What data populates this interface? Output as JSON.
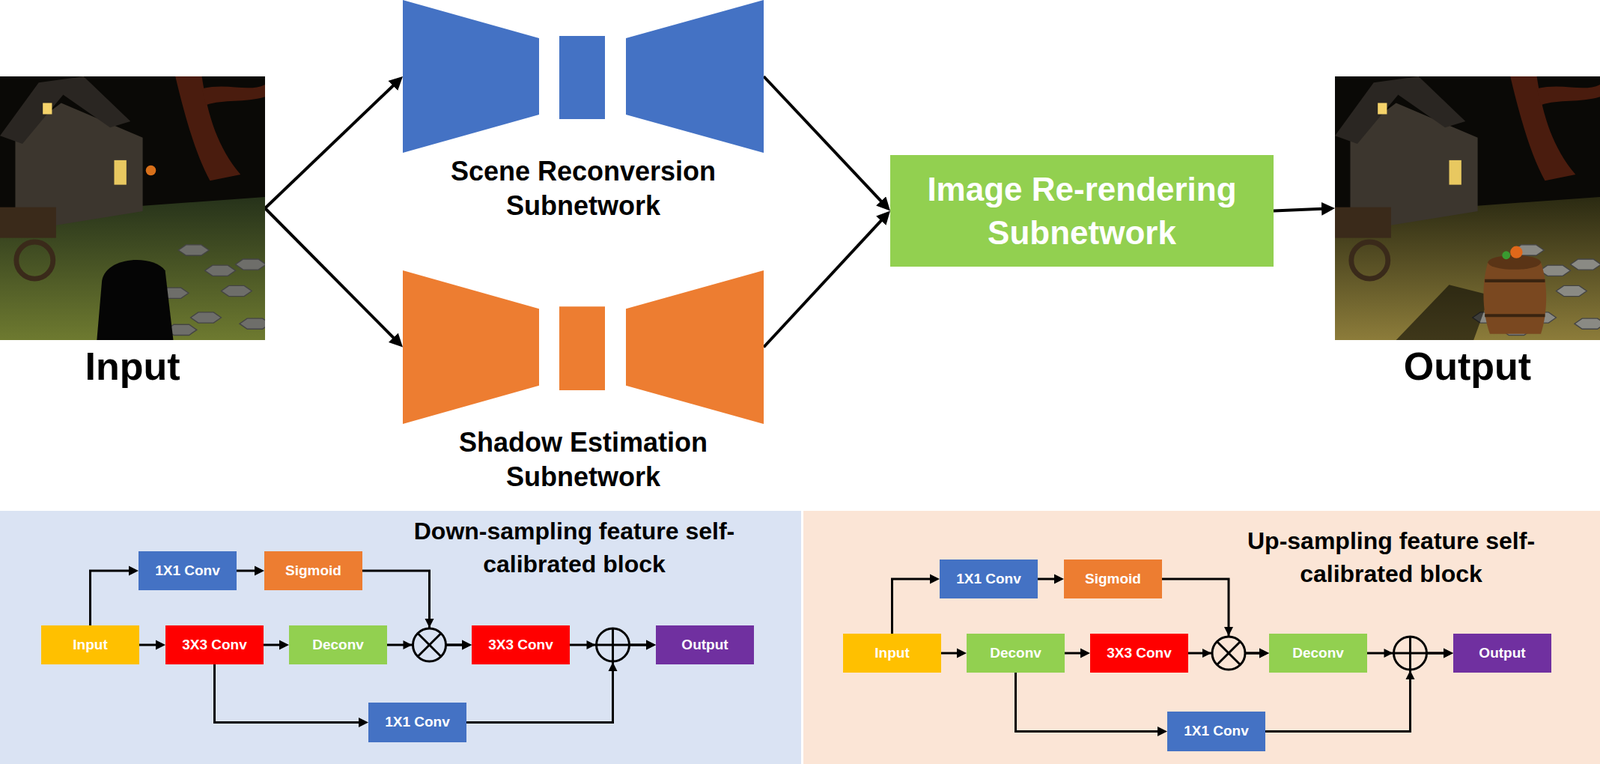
{
  "diagram": {
    "nodes": [
      {
        "text": [
          "Input"
        ]
      },
      {
        "text": [
          "Scene Reconversion Subnetwork"
        ]
      },
      {
        "text": [
          "Shadow Estimation Subnetwork"
        ]
      },
      {
        "text": [
          "Image Re-rendering Subnetwork"
        ]
      },
      {
        "text": [
          "Output"
        ]
      },
      {
        "text": [
          "Down-sampling feature self-calibrated block"
        ]
      },
      {
        "text": [
          "1X1 Conv"
        ],
        "in": 5
      },
      {
        "text": [
          "Sigmoid"
        ],
        "in": 5
      },
      {
        "text": [
          "Input"
        ],
        "in": 5
      },
      {
        "text": [
          "3X3 Conv"
        ],
        "in": 5
      },
      {
        "text": [
          "Deconv"
        ],
        "in": 5
      },
      {
        "text": [
          "3X3 Conv"
        ],
        "in": 5
      },
      {
        "text": [
          "Output"
        ],
        "in": 5
      },
      {
        "text": [
          "1X1 Conv"
        ],
        "in": 5
      },
      {
        "text": [
          "Up-sampling feature self-calibrated block"
        ]
      },
      {
        "text": [
          "1X1 Conv"
        ],
        "in": 14
      },
      {
        "text": [
          "Sigmoid"
        ],
        "in": 14
      },
      {
        "text": [
          "Input"
        ],
        "in": 14
      },
      {
        "text": [
          "Deconv"
        ],
        "in": 14
      },
      {
        "text": [
          "3X3 Conv"
        ],
        "in": 14
      },
      {
        "text": [
          "Deconv"
        ],
        "in": 14
      },
      {
        "text": [
          "Output"
        ],
        "in": 14
      },
      {
        "text": [
          "1X1 Conv"
        ],
        "in": 14
      }
    ],
    "edges": [
      {
        "from": 0,
        "to": 1,
        "arrow": "to"
      },
      {
        "from": 0,
        "to": 2,
        "arrow": "to"
      },
      {
        "from": 1,
        "to": 3,
        "arrow": "to"
      },
      {
        "from": 2,
        "to": 3,
        "arrow": "to"
      },
      {
        "from": 3,
        "to": 4,
        "arrow": "to"
      },
      {
        "from": 8,
        "to": 6,
        "arrow": "to"
      },
      {
        "from": 6,
        "to": 7,
        "arrow": "to"
      },
      {
        "from": 8,
        "to": 9,
        "arrow": "to"
      },
      {
        "from": 9,
        "to": 10,
        "arrow": "to"
      },
      {
        "from": 10,
        "to": 11,
        "arrow": "to"
      },
      {
        "from": 7,
        "to": 11,
        "arrow": "to"
      },
      {
        "from": 9,
        "to": 13,
        "arrow": "to"
      },
      {
        "from": 11,
        "to": 12,
        "arrow": "to"
      },
      {
        "from": 13,
        "to": 12,
        "arrow": "to"
      },
      {
        "from": 17,
        "to": 15,
        "arrow": "to"
      },
      {
        "from": 15,
        "to": 16,
        "arrow": "to"
      },
      {
        "from": 17,
        "to": 18,
        "arrow": "to"
      },
      {
        "from": 18,
        "to": 19,
        "arrow": "to"
      },
      {
        "from": 19,
        "to": 20,
        "arrow": "to"
      },
      {
        "from": 16,
        "to": 20,
        "arrow": "to"
      },
      {
        "from": 18,
        "to": 22,
        "arrow": "to"
      },
      {
        "from": 20,
        "to": 21,
        "arrow": "to"
      },
      {
        "from": 22,
        "to": 21,
        "arrow": "to"
      }
    ]
  }
}
